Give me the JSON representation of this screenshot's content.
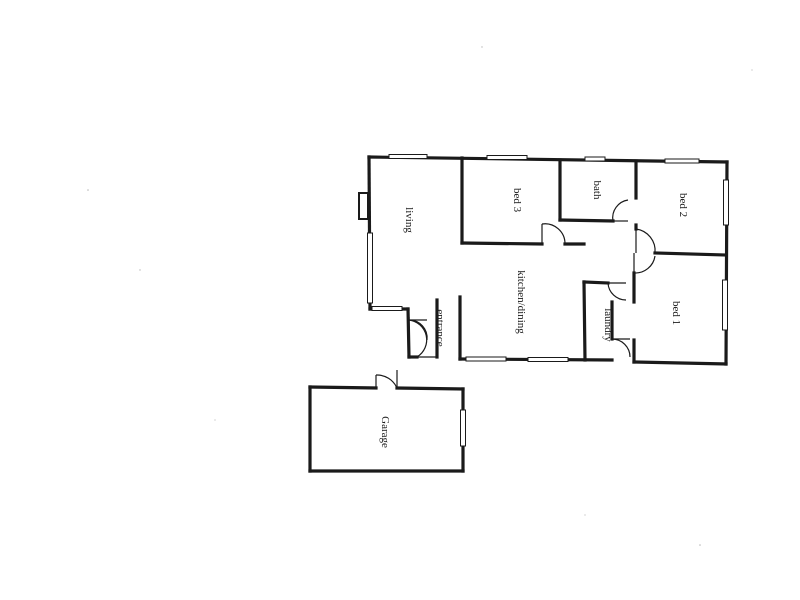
{
  "rooms": {
    "living": "living",
    "bed3": "bed 3",
    "bath": "bath",
    "bed2": "bed 2",
    "kitchen": "kitchen/dining",
    "entrance": "entrance",
    "laundry": "laundry",
    "bed1": "bed 1",
    "garage": "Garage"
  },
  "colors": {
    "wall": "#1a1a1a",
    "background": "#ffffff"
  }
}
